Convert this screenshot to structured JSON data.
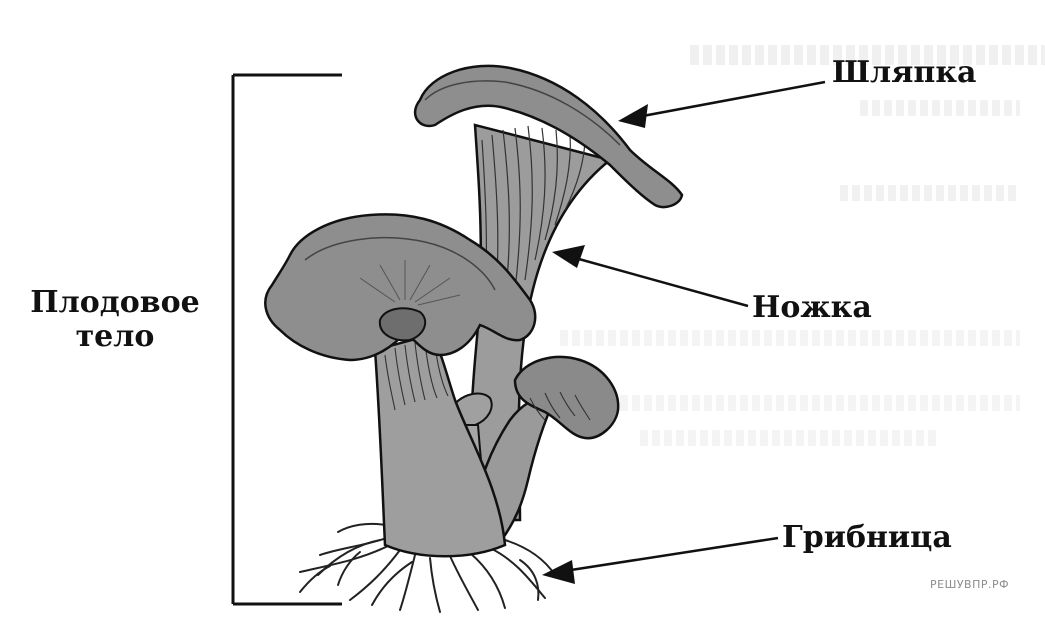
{
  "diagram": {
    "labels": {
      "cap": "Шляпка",
      "stem": "Ножка",
      "mycelium": "Грибница",
      "fruiting_body_line1": "Плодовое",
      "fruiting_body_line2": "тело"
    },
    "watermark": "РЕШУВПР.РФ"
  },
  "colors": {
    "ink": "#111111",
    "fill": "#9a9a9a",
    "fill_light": "#b8b8b8",
    "fill_dark": "#6e6e6e"
  }
}
